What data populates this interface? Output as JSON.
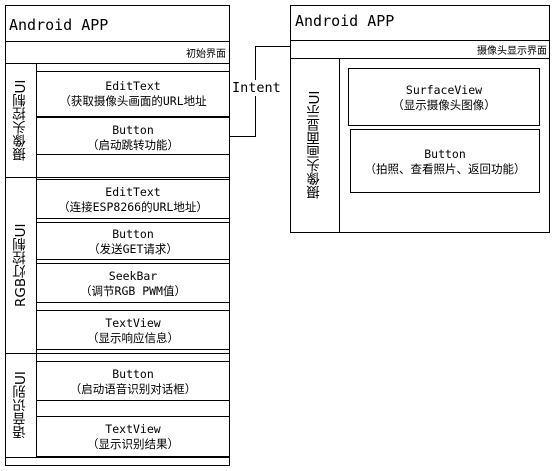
{
  "left_app": {
    "title": "Android APP",
    "screen_label": "初始界面",
    "sections": [
      {
        "label": "摄像头控制UI",
        "widgets": [
          {
            "type": "EditText",
            "desc": "（获取摄像头画面的URL地址"
          },
          {
            "type": "Button",
            "desc": "（启动跳转功能）"
          }
        ]
      },
      {
        "label": "RGB灯控制UI",
        "widgets": [
          {
            "type": "EditText",
            "desc": "（连接ESP8266的URL地址）"
          },
          {
            "type": "Button",
            "desc": "（发送GET请求）"
          },
          {
            "type": "SeekBar",
            "desc": "（调节RGB PWM值）"
          },
          {
            "type": "TextView",
            "desc": "（显示响应信息）"
          }
        ]
      },
      {
        "label": "语音识别UI",
        "widgets": [
          {
            "type": "Button",
            "desc": "（启动语音识别对话框）"
          },
          {
            "type": "TextView",
            "desc": "（显示识别结果）"
          }
        ]
      }
    ]
  },
  "connector": {
    "label": "Intent"
  },
  "right_app": {
    "title": "Android APP",
    "screen_label": "摄像头显示界面",
    "section_label": "摄像头画面显示UI",
    "widgets": [
      {
        "type": "SurfaceView",
        "desc": "（显示摄像头图像）"
      },
      {
        "type": "Button",
        "desc": "（拍照、查看照片、返回功能）"
      }
    ]
  }
}
